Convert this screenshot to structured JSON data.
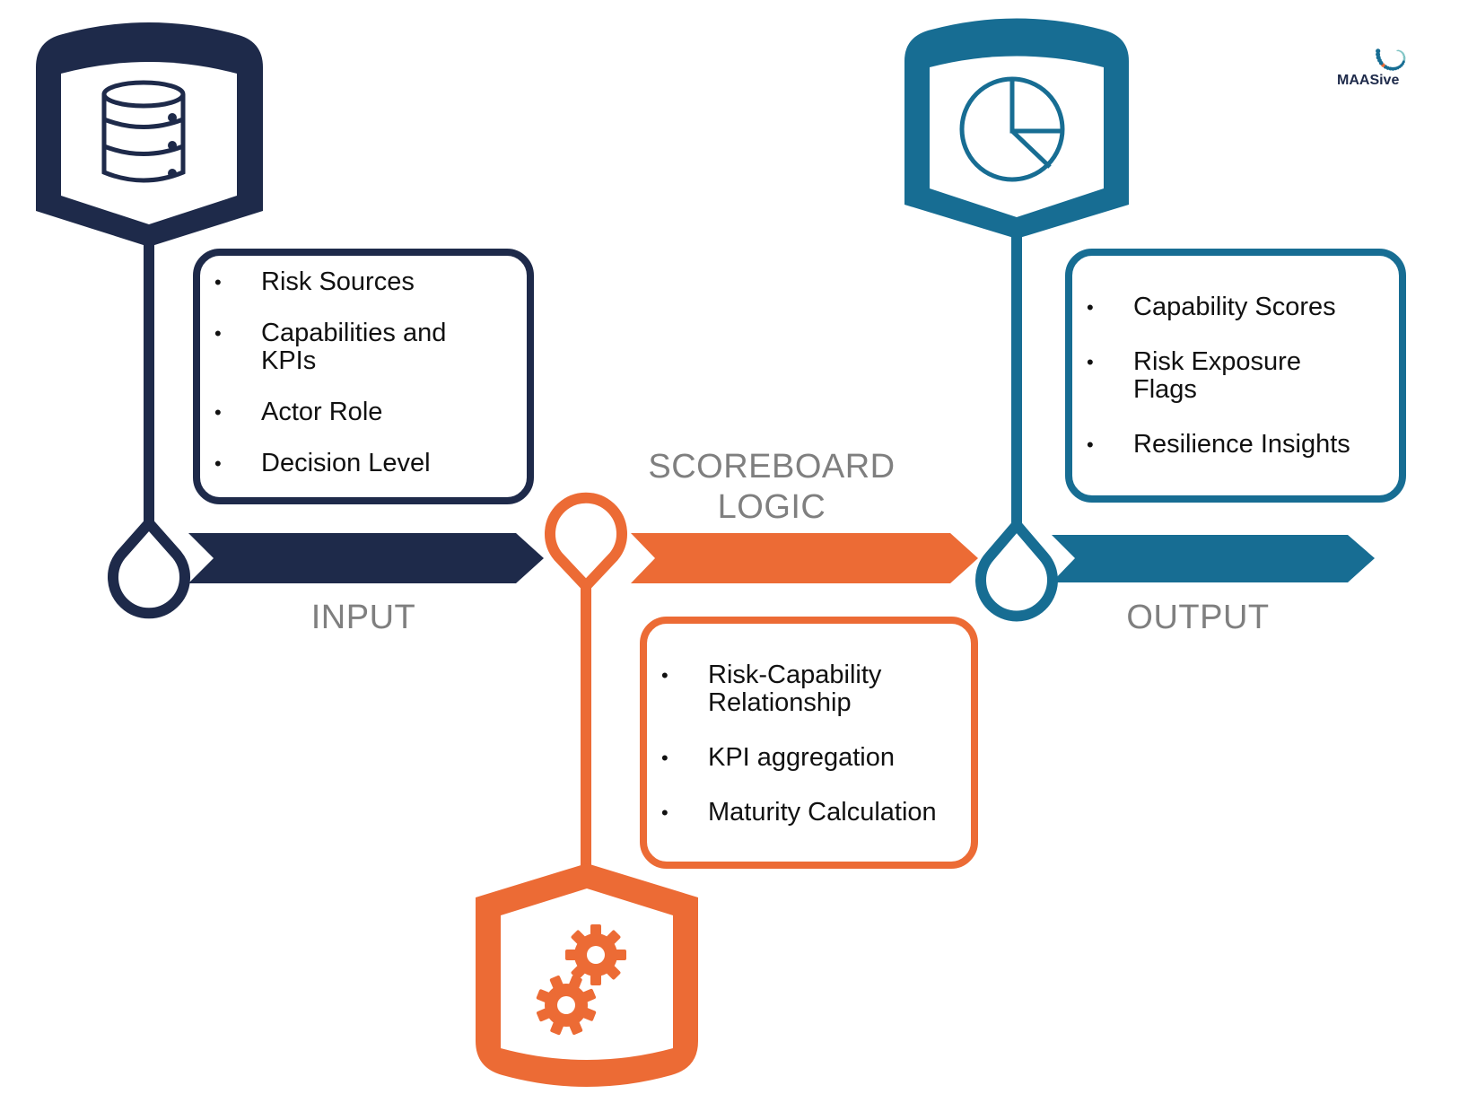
{
  "colors": {
    "input": "#1e2a4a",
    "logic": "#ec6b35",
    "output": "#176d93",
    "label_gray": "#7f7f7f"
  },
  "logo": {
    "text": "MAASive",
    "icon": "dot-spiral-icon"
  },
  "stages": {
    "input": {
      "label": "INPUT",
      "icon": "database-icon",
      "items": [
        "Risk Sources",
        "Capabilities and KPIs",
        "Actor Role",
        "Decision Level"
      ]
    },
    "logic": {
      "label_line1": "SCOREBOARD",
      "label_line2": "LOGIC",
      "icon": "gears-icon",
      "items": [
        "Risk-Capability Relationship",
        "KPI aggregation",
        "Maturity Calculation"
      ]
    },
    "output": {
      "label": "OUTPUT",
      "icon": "pie-chart-icon",
      "items": [
        "Capability Scores",
        "Risk Exposure Flags",
        "Resilience Insights"
      ]
    }
  }
}
